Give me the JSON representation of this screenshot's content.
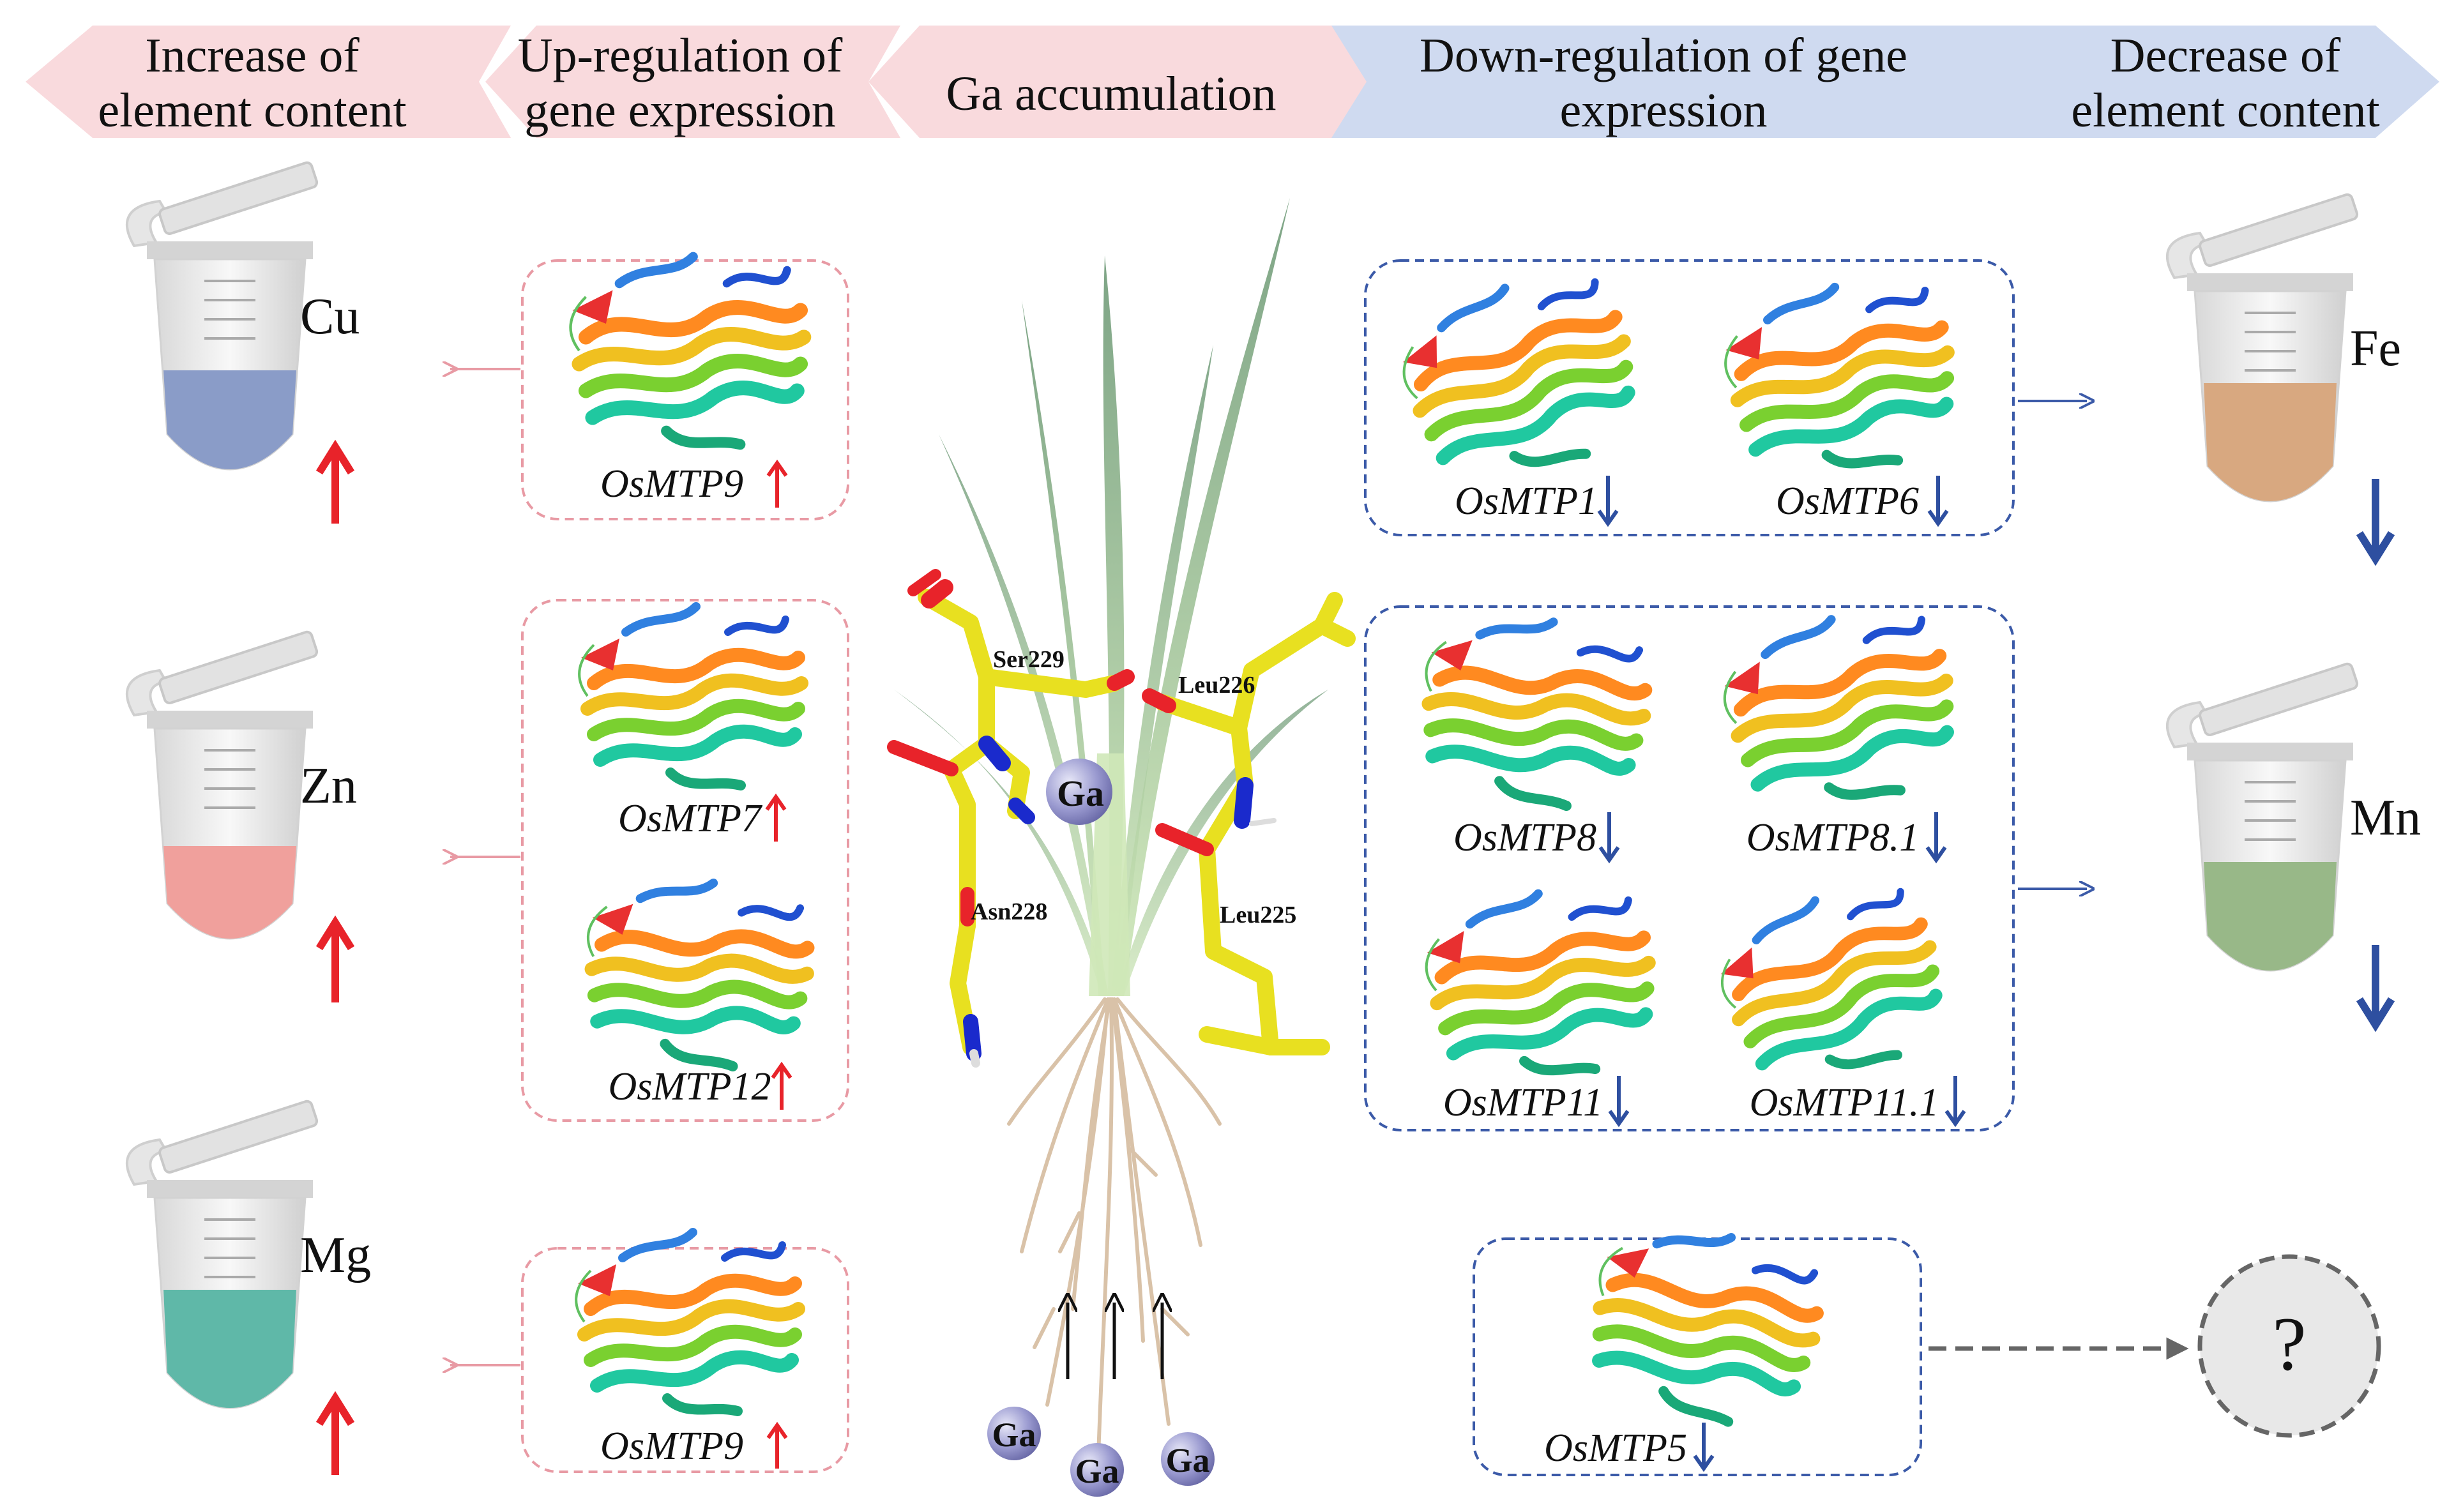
{
  "header": {
    "increase_line1": "Increase of",
    "increase_line2": "element content",
    "upreg_line1": "Up-regulation of",
    "upreg_line2": "gene expression",
    "center": "Ga accumulation",
    "downreg_line1": "Down-regulation of gene",
    "downreg_line2": "expression",
    "decrease_line1": "Decrease of",
    "decrease_line2": "element content"
  },
  "left_elements": [
    {
      "symbol": "Cu",
      "liquid_color": "#8a9cc8"
    },
    {
      "symbol": "Zn",
      "liquid_color": "#f0a09c"
    },
    {
      "symbol": "Mg",
      "liquid_color": "#5fb8a8"
    }
  ],
  "right_elements": [
    {
      "symbol": "Fe",
      "liquid_color": "#d8a880"
    },
    {
      "symbol": "Mn",
      "liquid_color": "#98b888"
    }
  ],
  "up_genes": {
    "box1": [
      "OsMTP9"
    ],
    "box2": [
      "OsMTP7",
      "OsMTP12"
    ],
    "box3": [
      "OsMTP9"
    ]
  },
  "down_genes": {
    "box1": [
      "OsMTP1",
      "OsMTP6"
    ],
    "box2": [
      "OsMTP8",
      "OsMTP8.1",
      "OsMTP11",
      "OsMTP11.1"
    ],
    "box3": [
      "OsMTP5"
    ]
  },
  "residues": [
    "Ser229",
    "Leu226",
    "Asn228",
    "Leu225"
  ],
  "ga_label": "Ga",
  "unknown_symbol": "?",
  "colors": {
    "up": "#e8232a",
    "down": "#2e4fa0",
    "pink_header": "#f9dadd",
    "blue_header": "#cfdaf0",
    "pink_dash": "#e89aa4",
    "blue_dash": "#3b5aa8",
    "stick": "#e8e020"
  }
}
